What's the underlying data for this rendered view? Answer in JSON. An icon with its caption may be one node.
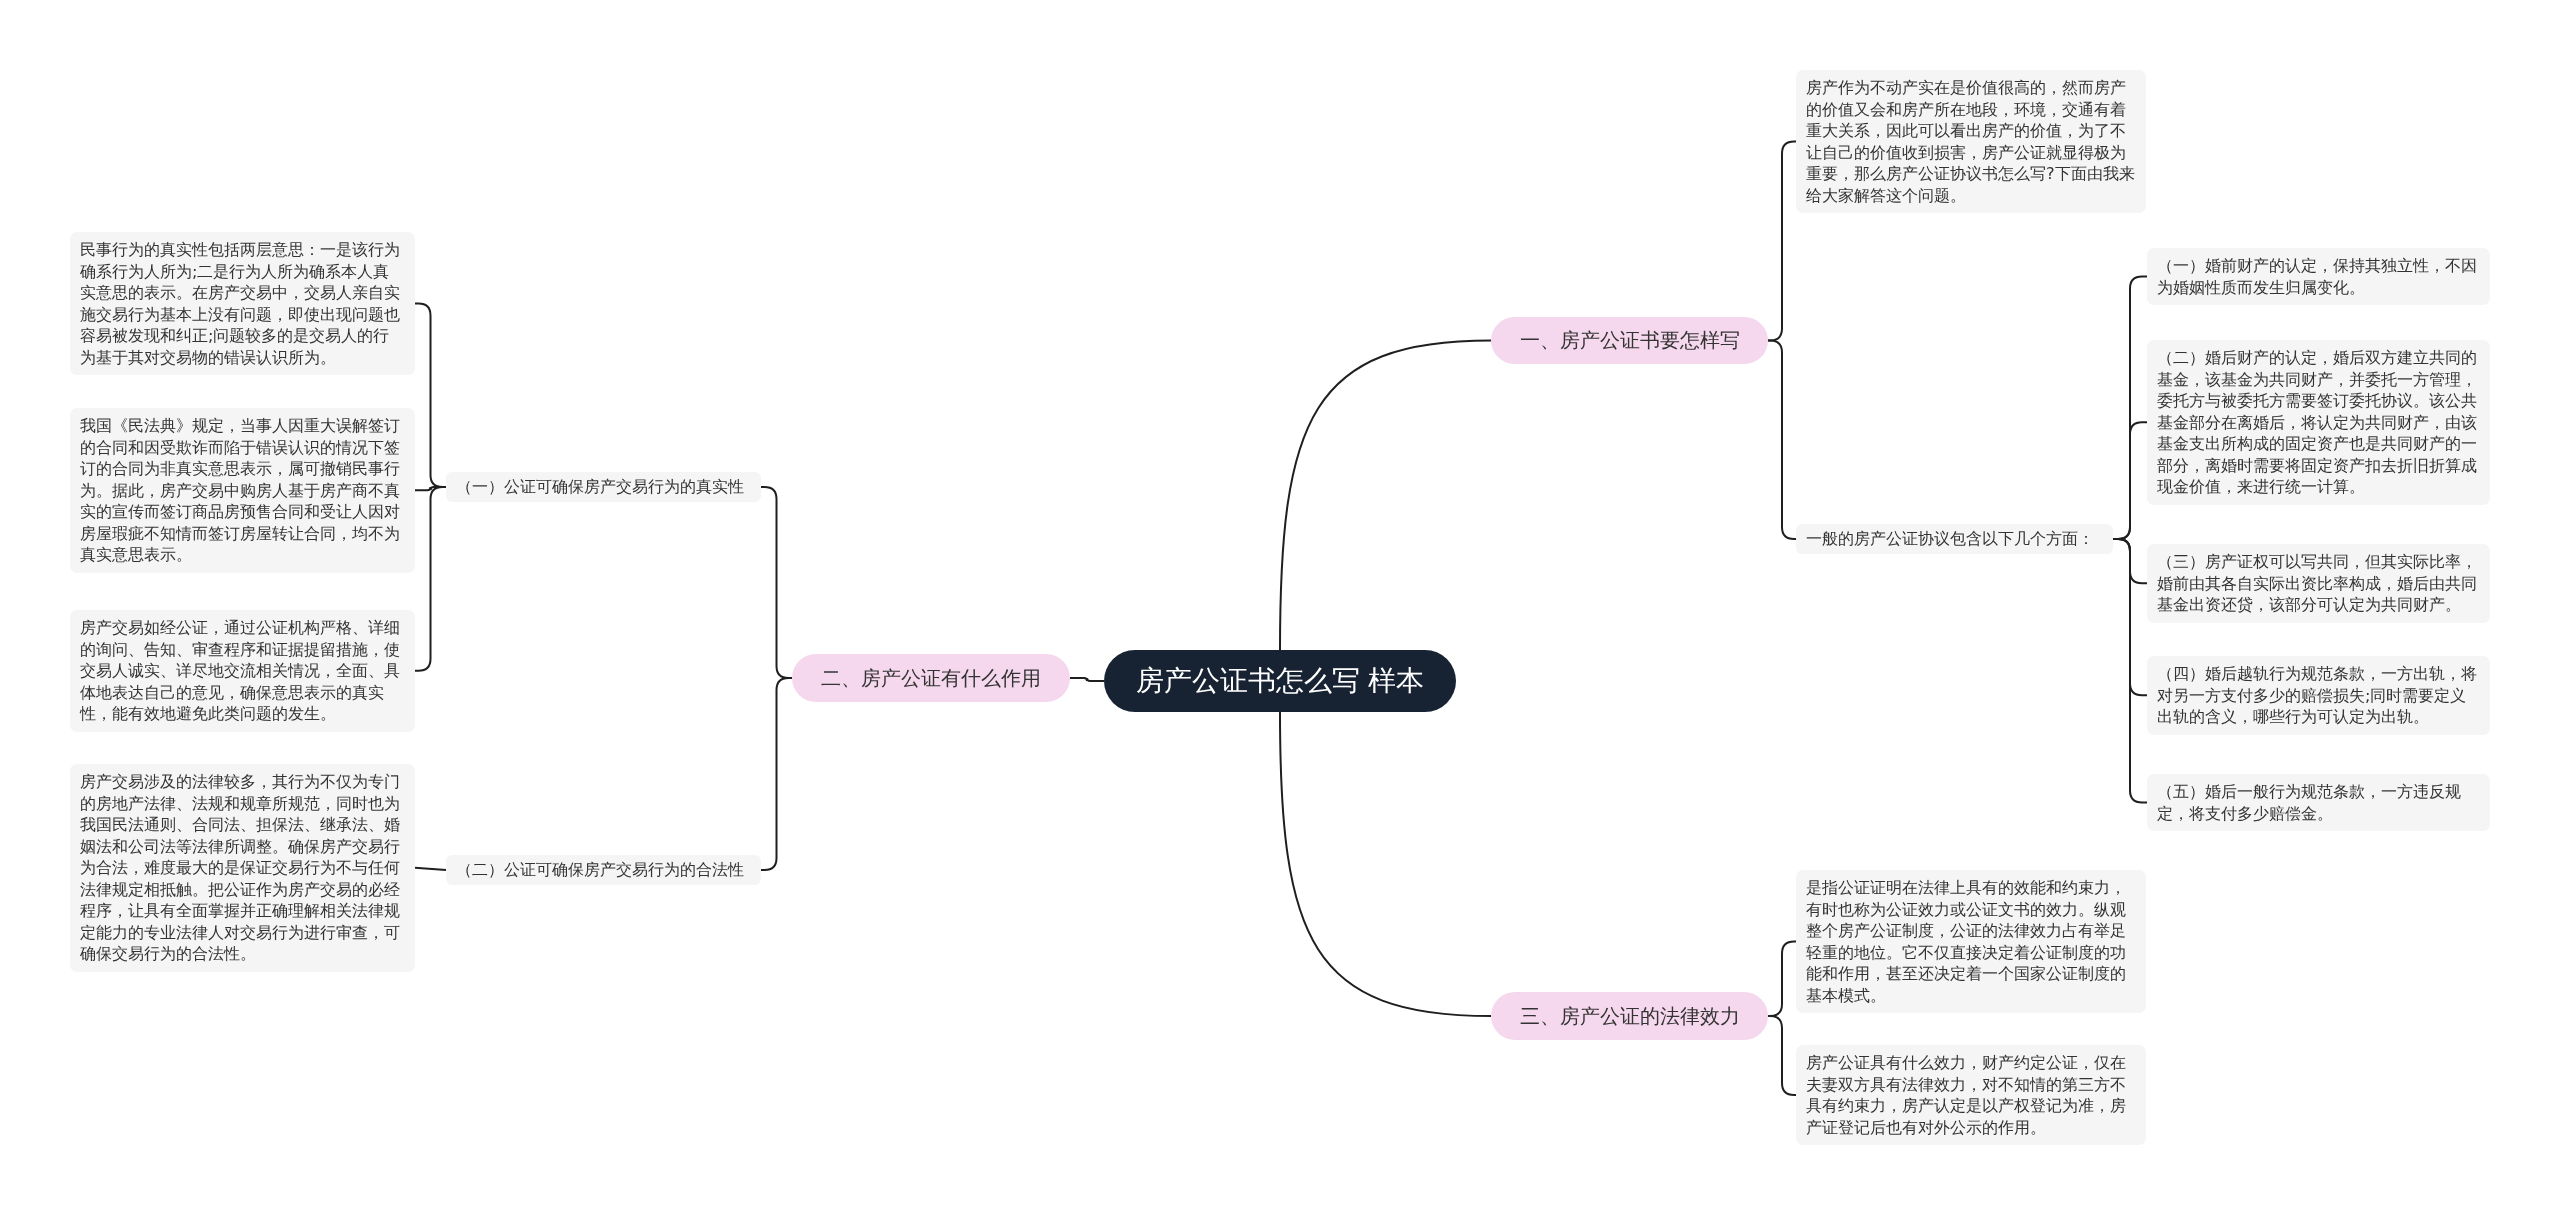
{
  "diagram": {
    "nodes": [
      {
        "text": [
          "房产公证书怎么写 样本"
        ]
      },
      {
        "text": [
          "一、房产公证书要怎样写"
        ]
      },
      {
        "text": [
          "房产作为不动产实在是价值很高的，然而房产的价值又会和房产所在地段，环境，交通有着重大关系，因此可以看出房产的价值，为了不让自己的价值收到损害，房产公证就显得极为重要，那么房产公证协议书怎么写?下面由我来给大家解答这个问题。"
        ]
      },
      {
        "text": [
          "一般的房产公证协议包含以下几个方面："
        ]
      },
      {
        "text": [
          "（一）婚前财产的认定，保持其独立性，不因为婚姻性质而发生归属变化。"
        ]
      },
      {
        "text": [
          "（二）婚后财产的认定，婚后双方建立共同的基金，该基金为共同财产，并委托一方管理，委托方与被委托方需要签订委托协议。该公共基金部分在离婚后，将认定为共同财产，由该基金支出所构成的固定资产也是共同财产的一部分，离婚时需要将固定资产扣去折旧折算成现金价值，来进行统一计算。"
        ]
      },
      {
        "text": [
          "（三）房产证权可以写共同，但其实际比率，婚前由其各自实际出资比率构成，婚后由共同基金出资还贷，该部分可认定为共同财产。"
        ]
      },
      {
        "text": [
          "（四）婚后越轨行为规范条款，一方出轨，将对另一方支付多少的赔偿损失;同时需要定义出轨的含义，哪些行为可认定为出轨。"
        ]
      },
      {
        "text": [
          "（五）婚后一般行为规范条款，一方违反规定，将支付多少赔偿金。"
        ]
      },
      {
        "text": [
          "二、房产公证有什么作用"
        ]
      },
      {
        "text": [
          "（一）公证可确保房产交易行为的真实性"
        ]
      },
      {
        "text": [
          "民事行为的真实性包括两层意思：一是该行为确系行为人所为;二是行为人所为确系本人真实意思的表示。在房产交易中，交易人亲自实施交易行为基本上没有问题，即使出现问题也容易被发现和纠正;问题较多的是交易人的行为基于其对交易物的错误认识所为。"
        ]
      },
      {
        "text": [
          "我国《民法典》规定，当事人因重大误解签订的合同和因受欺诈而陷于错误认识的情况下签订的合同为非真实意思表示，属可撤销民事行为。据此，房产交易中购房人基于房产商不真实的宣传而签订商品房预售合同和受让人因对房屋瑕疵不知情而签订房屋转让合同，均不为真实意思表示。"
        ]
      },
      {
        "text": [
          "房产交易如经公证，通过公证机构严格、详细的询问、告知、审查程序和证据提留措施，使交易人诚实、详尽地交流相关情况，全面、具体地表达自己的意见，确保意思表示的真实性，能有效地避免此类问题的发生。"
        ]
      },
      {
        "text": [
          "（二）公证可确保房产交易行为的合法性"
        ]
      },
      {
        "text": [
          "房产交易涉及的法律较多，其行为不仅为专门的房地产法律、法规和规章所规范，同时也为我国民法通则、合同法、担保法、继承法、婚姻法和公司法等法律所调整。确保房产交易行为合法，难度最大的是保证交易行为不与任何法律规定相抵触。把公证作为房产交易的必经程序，让具有全面掌握并正确理解相关法律规定能力的专业法律人对交易行为进行审查，可确保交易行为的合法性。"
        ]
      },
      {
        "text": [
          "三、房产公证的法律效力"
        ]
      },
      {
        "text": [
          "是指公证证明在法律上具有的效能和约束力，有时也称为公证效力或公证文书的效力。纵观整个房产公证制度，公证的法律效力占有举足轻重的地位。它不仅直接决定着公证制度的功能和作用，甚至还决定着一个国家公证制度的基本模式。"
        ]
      },
      {
        "text": [
          "房产公证具有什么效力，财产约定公证，仅在夫妻双方具有法律效力，对不知情的第三方不具有约束力，房产认定是以产权登记为准，房产证登记后也有对外公示的作用。"
        ]
      }
    ],
    "edges": [
      {
        "from": 0,
        "to": 1,
        "arrow": "none"
      },
      {
        "from": 1,
        "to": 2,
        "arrow": "none"
      },
      {
        "from": 1,
        "to": 3,
        "arrow": "none"
      },
      {
        "from": 3,
        "to": 4,
        "arrow": "none"
      },
      {
        "from": 3,
        "to": 5,
        "arrow": "none"
      },
      {
        "from": 3,
        "to": 6,
        "arrow": "none"
      },
      {
        "from": 3,
        "to": 7,
        "arrow": "none"
      },
      {
        "from": 3,
        "to": 8,
        "arrow": "none"
      },
      {
        "from": 0,
        "to": 9,
        "arrow": "none"
      },
      {
        "from": 9,
        "to": 10,
        "arrow": "none"
      },
      {
        "from": 10,
        "to": 11,
        "arrow": "none"
      },
      {
        "from": 10,
        "to": 12,
        "arrow": "none"
      },
      {
        "from": 10,
        "to": 13,
        "arrow": "none"
      },
      {
        "from": 9,
        "to": 14,
        "arrow": "none"
      },
      {
        "from": 14,
        "to": 15,
        "arrow": "none"
      },
      {
        "from": 0,
        "to": 16,
        "arrow": "none"
      },
      {
        "from": 16,
        "to": 17,
        "arrow": "none"
      },
      {
        "from": 16,
        "to": 18,
        "arrow": "none"
      }
    ]
  }
}
